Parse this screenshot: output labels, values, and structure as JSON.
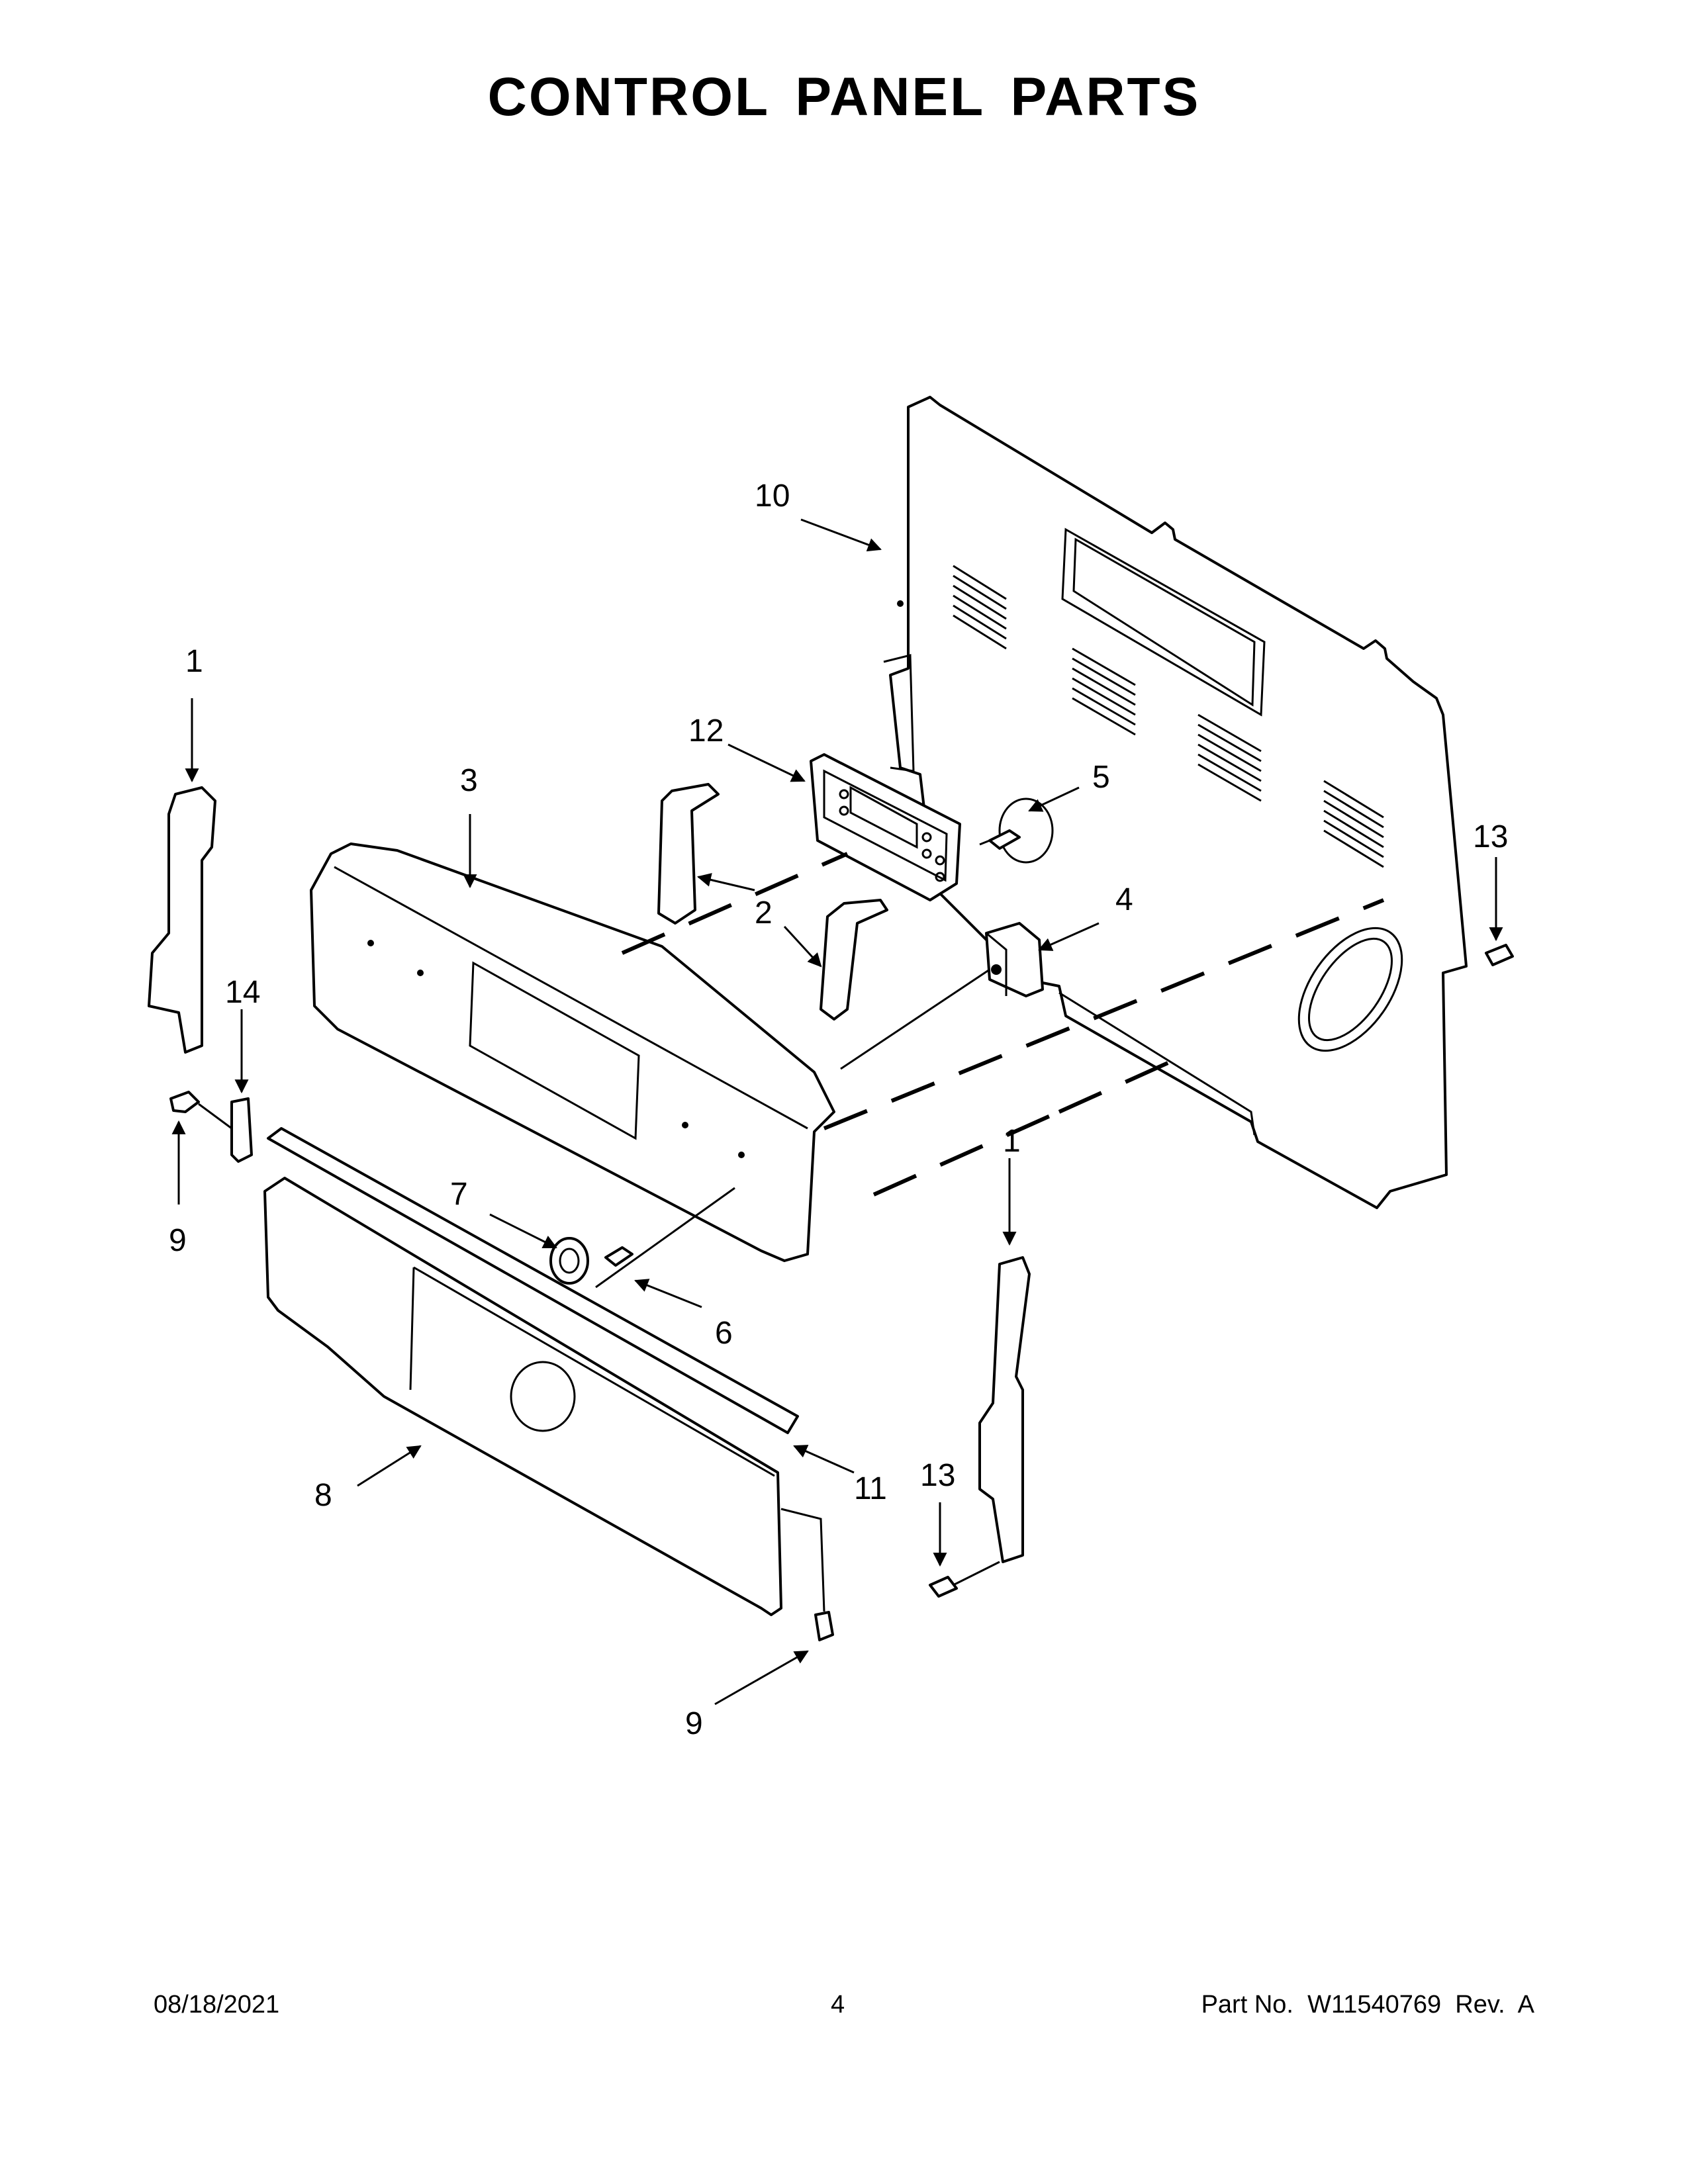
{
  "title": "CONTROL PANEL PARTS",
  "callouts": {
    "c1a": "1",
    "c1b": "1",
    "c2": "2",
    "c3": "3",
    "c4": "4",
    "c5": "5",
    "c6": "6",
    "c7": "7",
    "c8": "8",
    "c9a": "9",
    "c9b": "9",
    "c10": "10",
    "c11": "11",
    "c12": "12",
    "c13a": "13",
    "c13b": "13",
    "c14": "14"
  },
  "footer": {
    "date": "08/18/2021",
    "page": "4",
    "part_number": "Part No.  W11540769  Rev.  A"
  }
}
